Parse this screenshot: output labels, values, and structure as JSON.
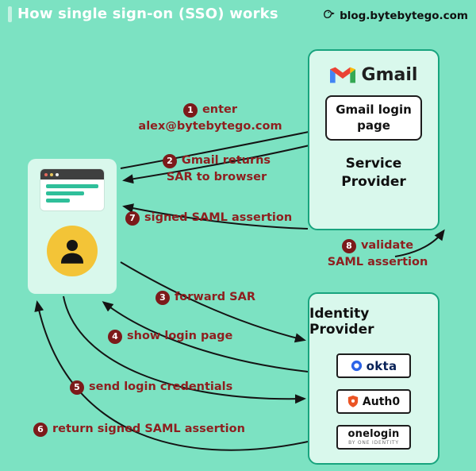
{
  "header": {
    "title": "How single sign-on (SSO) works",
    "brand": "blog.bytebytego.com"
  },
  "service_provider": {
    "app": "Gmail",
    "login_box": "Gmail login page",
    "label": "Service Provider"
  },
  "identity_provider": {
    "title": "Identity Provider",
    "okta": "okta",
    "auth0": "Auth0",
    "onelogin": "onelogin",
    "onelogin_sub": "by ONE IDENTITY"
  },
  "steps": [
    {
      "num": "1",
      "line1": "enter",
      "line2": "alex@bytebytego.com"
    },
    {
      "num": "2",
      "line1": "Gmail returns",
      "line2": "SAR to browser"
    },
    {
      "num": "3",
      "line1": "forward SAR",
      "line2": ""
    },
    {
      "num": "4",
      "line1": "show login page",
      "line2": ""
    },
    {
      "num": "5",
      "line1": "send login credentials",
      "line2": ""
    },
    {
      "num": "6",
      "line1": "return signed SAML assertion",
      "line2": ""
    },
    {
      "num": "7",
      "line1": "signed SAML assertion",
      "line2": ""
    },
    {
      "num": "8",
      "line1": "validate",
      "line2": "SAML assertion"
    }
  ],
  "icons": {
    "brand": "bird-icon",
    "gmail": "gmail-m-icon",
    "okta": "okta-ring-icon",
    "auth0": "auth0-shield-icon",
    "user": "person-icon"
  },
  "colors": {
    "background": "#7ce2c2",
    "panel": "#d9f8ec",
    "panel_border": "#18a47e",
    "step_text": "#8e1f1f",
    "step_badge": "#7c1a1a",
    "avatar": "#f3c437",
    "arrow": "#141414"
  }
}
